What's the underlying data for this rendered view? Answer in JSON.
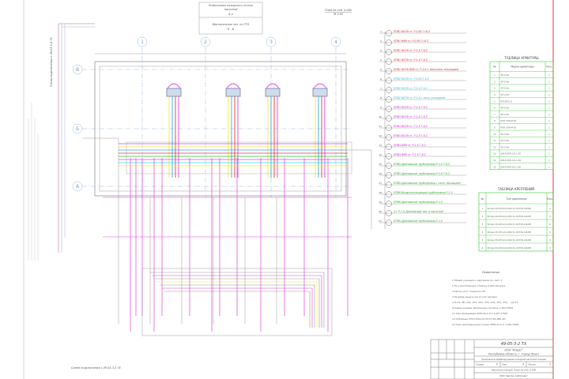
{
  "header": {
    "box_title": "Компоновка пожарного отсека",
    "box_sub": "насосной",
    "box_code": "А-л",
    "box_title2": "Вертикальное сеч. по ГП3",
    "box_code2": "Б - Б",
    "plan_title": "План на отм. 0.000",
    "plan_scale": "М 1:50"
  },
  "axes": {
    "columns": [
      "1",
      "2",
      "3",
      "4"
    ],
    "rows": [
      "В",
      "Б",
      "А"
    ]
  },
  "legend": [
    {
      "n": "1",
      "text": "ППВ1 Ф159 ст. Р-0.95 Г=6.2",
      "color": "#d22"
    },
    {
      "n": "2",
      "text": "ППВ1 Ф89 ст. Р-0.95 Г=6.2",
      "color": "#d22"
    },
    {
      "n": "3",
      "text": "ППВ1 Ф159 ст. Р-1.6 Т-6.2",
      "color": "#d22"
    },
    {
      "n": "4",
      "text": "ППВ1 Ф159 ст. Р-1.6 Т-6.2",
      "color": "#d22"
    },
    {
      "n": "5",
      "text": "ППВ1 Ф159 Ф89 ст. Р-1.6 с тепл.изол. изоляцией",
      "color": "#d22"
    },
    {
      "n": "6",
      "text": "ППВ2 Ф159 ст. Р-0.95 Т-6.2",
      "color": "#2bd"
    },
    {
      "n": "7",
      "text": "ППВ2 Ф159 ст. Р-1.6 Т-6.2",
      "color": "#2bd"
    },
    {
      "n": "8",
      "text": "ППВ2 Ф159 ст. Р-1.6 с тепл. изоляцией",
      "color": "#2bd"
    },
    {
      "n": "9",
      "text": "ППВ3 Ф159 ст. Р-1.6 Т-6.2",
      "color": "#c2c"
    },
    {
      "n": "10",
      "text": "ППВ3 Ф159 ст. Р-1.6 Т-6.2",
      "color": "#c2c"
    },
    {
      "n": "11",
      "text": "ППВ3 Ф159 ст. Р-1.6 Т-6.2",
      "color": "#c2c"
    },
    {
      "n": "12",
      "text": "ППВ4 Ф159 ст. Р-1.6 Т-6.2",
      "color": "#c2c"
    },
    {
      "n": "13",
      "text": "ППВ4 Ф89 ст. Р-1.6 Т-6.2",
      "color": "#c2c"
    },
    {
      "n": "14",
      "text": "ППВ4 Ф89 ст. Р-1.6 Т-6.2",
      "color": "#c2c"
    },
    {
      "n": "15",
      "text": "ППВ5 Дренажный трубопровод Р-1.0 Т-6.2",
      "color": "#2a2"
    },
    {
      "n": "16",
      "text": "ППВ5 Дренажный трубопровод Р-1.0 Т-6.2",
      "color": "#2a2"
    },
    {
      "n": "17",
      "text": "ППВ5 Дренажный трубопровод с тепл. изоляцией",
      "color": "#2a2"
    },
    {
      "n": "18",
      "text": "ППВ6 Воздухоотводящий трубопровод Р-1.0",
      "color": "#2a2"
    },
    {
      "n": "19",
      "text": "ППВ6 Дренажный трубопровод Р-1.0",
      "color": "#2a2"
    },
    {
      "n": "20",
      "text": "Ст. Р-1.6 Дренажный тип. в насосной",
      "color": "#2a2"
    },
    {
      "n": "21",
      "text": "ППВ6 Дренажный трубопровод Р-1.0",
      "color": "#2a2"
    }
  ],
  "valves_table": {
    "title": "ТАБЛИЦА АРМАТУРЫ",
    "headers": [
      "№",
      "Марка арматуры",
      "Кол."
    ],
    "rows": [
      [
        "1",
        "ЗП-0.5м",
        "1"
      ],
      [
        "2",
        "ЗП-0.5м",
        "1"
      ],
      [
        "3",
        "ЗП-0.5м",
        "1"
      ],
      [
        "4",
        "ЧН-0.5м",
        "1"
      ],
      [
        "5",
        "МЛ-ЗПЛ-с3",
        "1"
      ],
      [
        "6",
        "ЗЛ-0.5м",
        "1"
      ],
      [
        "7",
        "ЗЛ-0.5м",
        "1"
      ],
      [
        "8",
        "КПЛ-ЗПЛ-М-50",
        "1"
      ],
      [
        "9",
        "КПЛ-ЗПЛ-М-50",
        "1"
      ],
      [
        "10",
        "ЗП-0.5м",
        "1"
      ],
      [
        "11",
        "ЧЛ-0.5м",
        "1"
      ],
      [
        "12",
        "ЧЛ-0.5м",
        "1"
      ],
      [
        "13",
        "Ф/КЛ-ЗПЛ-С/1-1-50",
        "1"
      ],
      [
        "14",
        "Ф/КЛ-ЗПЛ-С/1-1-50",
        "1"
      ],
      [
        "15",
        "Ф/КЛ-ЗПЛ-С/1-1-50",
        "1"
      ]
    ]
  },
  "mounts_table": {
    "title": "ТАБЛИЦА КРЕПЛЕНИЙ",
    "headers": [
      "№",
      "Тип крепления",
      "Кол."
    ],
    "rows": [
      [
        "1",
        "Опора 219-КП-А11-09Сг2с-ОСТ36-146-88",
        "4"
      ],
      [
        "2",
        "Опора 219-КП-А11-09Сг2с-ОСТ36-146-88",
        "4"
      ],
      [
        "3",
        "Опора 159-КП-А11-09Сг2с-ОСТ36-146-88",
        "6"
      ],
      [
        "4",
        "Опора 133-ТП-А11-09Сг2с-ОСТ36-146-88",
        "4"
      ],
      [
        "5",
        "Опора 159-КП-А11-09Сг2с-ОСТ36-146-88",
        "4"
      ],
      [
        "6",
        "Опора 219-КП-А12-09Сг2с-ОСТ36-146-88",
        "4"
      ]
    ]
  },
  "notes": {
    "title": "Примечания",
    "items": [
      "1  Общие указания к чертежам см. лист 1",
      "2  За относительную отметку 0.000 принята",
      "    отметка чист. покрытия ПП",
      "3  Размеры даны в мм (в осях метрах)",
      "4  П-ТЛ, ПВ, ЗЛ3, ЗЛ1, ЗЛ2, ЗЛ3, ЗЛ2, ЗЛ2, ЗЛ4 ... ЦЛ-15",
      "    Условия нагрева. Выполнить согласно  1-001-ТПК6",
      "11  Узел фланцевый ФЛП-25-2-1ги  1-001-ТПК6",
      "12  Отбойный ЗЛЛ-ПЛ16-25-ЗЛ-ТЛ  ВС-ВВ1-ВЗ",
      "24  Узел присоединения опорок ИПВ-22-1ги  1-001-ТПК6"
    ]
  },
  "title_block": {
    "code": "49-05-3-2 ТХ",
    "org": "ООО \"Индас\"",
    "location": "Республика область, г. Город Пункт",
    "project": "Техническое перевооружение пожарной насосной станции",
    "stage_label": "Стадия",
    "sheet_label": "Лист",
    "sheets_label": "Листов",
    "stage": "Р",
    "sheet": "4",
    "sheets": "7",
    "drawing_title": "Насосная станция. План на отм. 0.000",
    "company": "ООО Чертеж Сибпроект"
  },
  "side_note": "Схема подключения к 49-05-3-2 ТХ",
  "bottom_note": "Схема подключения к 49-05-3-2 ТХ"
}
